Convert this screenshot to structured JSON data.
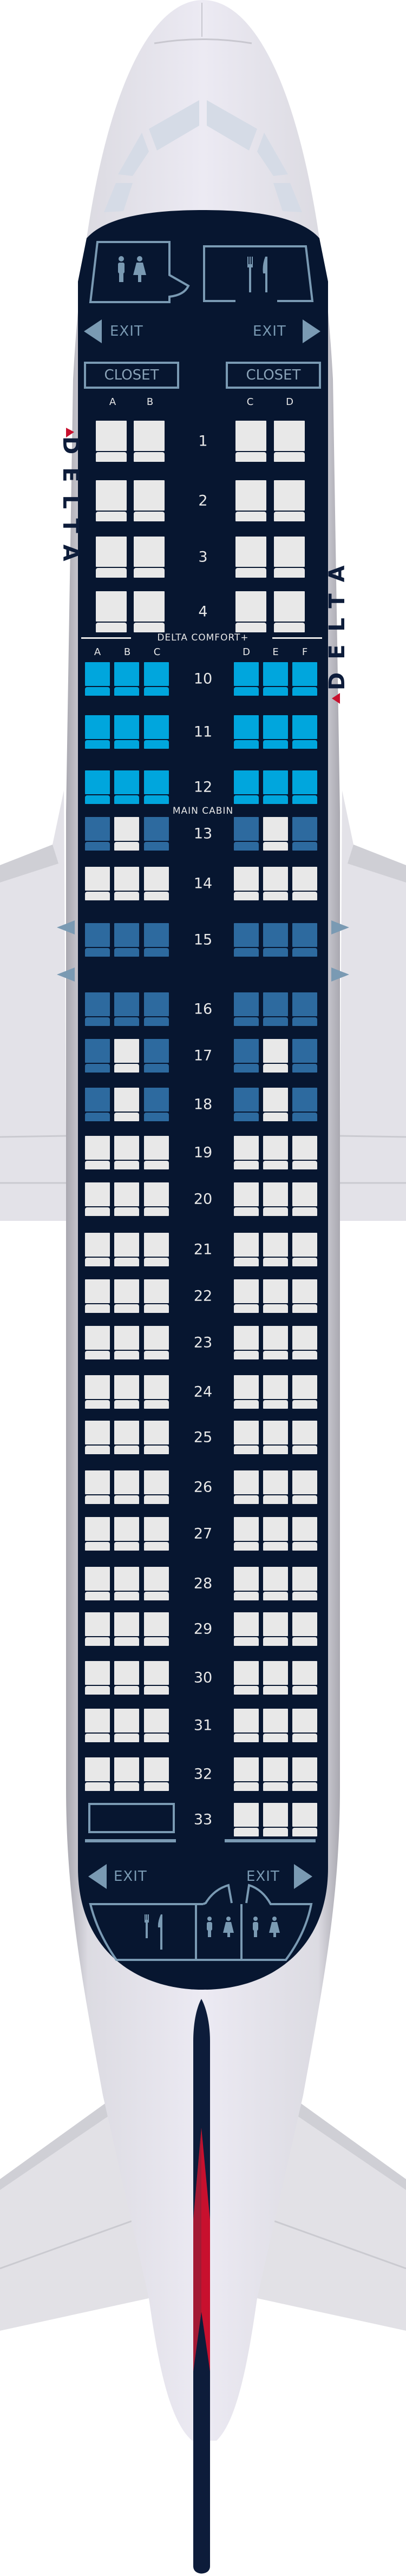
{
  "aircraft": {
    "brand": "DELTA"
  },
  "colors": {
    "cabin": "#071630",
    "outline": "#7a9ab3",
    "seat_standard": "#e8e8e8",
    "seat_comfort": "#00a6dd",
    "seat_preferred": "#2d6a9f",
    "brand_red": "#c8102e"
  },
  "labels": {
    "exit": "EXIT",
    "closet": "CLOSET",
    "comfort_cabin": "DELTA COMFORT+",
    "main_cabin": "MAIN CABIN"
  },
  "columns": {
    "first": [
      "A",
      "B",
      "C",
      "D"
    ],
    "main": [
      "A",
      "B",
      "C",
      "D",
      "E",
      "F"
    ]
  },
  "rows": [
    {
      "number": "1",
      "class": "first",
      "seats": [
        "standard",
        "standard",
        "standard",
        "standard"
      ]
    },
    {
      "number": "2",
      "class": "first",
      "seats": [
        "standard",
        "standard",
        "standard",
        "standard"
      ]
    },
    {
      "number": "3",
      "class": "first",
      "seats": [
        "standard",
        "standard",
        "standard",
        "standard"
      ]
    },
    {
      "number": "4",
      "class": "first",
      "seats": [
        "standard",
        "standard",
        "standard",
        "standard"
      ]
    },
    {
      "number": "10",
      "class": "comfort",
      "seats": [
        "comfort",
        "comfort",
        "comfort",
        "comfort",
        "comfort",
        "comfort"
      ]
    },
    {
      "number": "11",
      "class": "comfort",
      "seats": [
        "comfort",
        "comfort",
        "comfort",
        "comfort",
        "comfort",
        "comfort"
      ]
    },
    {
      "number": "12",
      "class": "comfort",
      "seats": [
        "comfort",
        "comfort",
        "comfort",
        "comfort",
        "comfort",
        "comfort"
      ]
    },
    {
      "number": "13",
      "class": "main",
      "seats": [
        "preferred",
        "standard",
        "preferred",
        "preferred",
        "standard",
        "preferred"
      ]
    },
    {
      "number": "14",
      "class": "main",
      "seats": [
        "standard",
        "standard",
        "standard",
        "standard",
        "standard",
        "standard"
      ]
    },
    {
      "number": "15",
      "class": "main",
      "seats": [
        "preferred",
        "preferred",
        "preferred",
        "preferred",
        "preferred",
        "preferred"
      ]
    },
    {
      "number": "16",
      "class": "main",
      "seats": [
        "preferred",
        "preferred",
        "preferred",
        "preferred",
        "preferred",
        "preferred"
      ]
    },
    {
      "number": "17",
      "class": "main",
      "seats": [
        "preferred",
        "standard",
        "preferred",
        "preferred",
        "standard",
        "preferred"
      ]
    },
    {
      "number": "18",
      "class": "main",
      "seats": [
        "preferred",
        "standard",
        "preferred",
        "preferred",
        "standard",
        "preferred"
      ]
    },
    {
      "number": "19",
      "class": "main",
      "seats": [
        "standard",
        "standard",
        "standard",
        "standard",
        "standard",
        "standard"
      ]
    },
    {
      "number": "20",
      "class": "main",
      "seats": [
        "standard",
        "standard",
        "standard",
        "standard",
        "standard",
        "standard"
      ]
    },
    {
      "number": "21",
      "class": "main",
      "seats": [
        "standard",
        "standard",
        "standard",
        "standard",
        "standard",
        "standard"
      ]
    },
    {
      "number": "22",
      "class": "main",
      "seats": [
        "standard",
        "standard",
        "standard",
        "standard",
        "standard",
        "standard"
      ]
    },
    {
      "number": "23",
      "class": "main",
      "seats": [
        "standard",
        "standard",
        "standard",
        "standard",
        "standard",
        "standard"
      ]
    },
    {
      "number": "24",
      "class": "main",
      "seats": [
        "standard",
        "standard",
        "standard",
        "standard",
        "standard",
        "standard"
      ]
    },
    {
      "number": "25",
      "class": "main",
      "seats": [
        "standard",
        "standard",
        "standard",
        "standard",
        "standard",
        "standard"
      ]
    },
    {
      "number": "26",
      "class": "main",
      "seats": [
        "standard",
        "standard",
        "standard",
        "standard",
        "standard",
        "standard"
      ]
    },
    {
      "number": "27",
      "class": "main",
      "seats": [
        "standard",
        "standard",
        "standard",
        "standard",
        "standard",
        "standard"
      ]
    },
    {
      "number": "28",
      "class": "main",
      "seats": [
        "standard",
        "standard",
        "standard",
        "standard",
        "standard",
        "standard"
      ]
    },
    {
      "number": "29",
      "class": "main",
      "seats": [
        "standard",
        "standard",
        "standard",
        "standard",
        "standard",
        "standard"
      ]
    },
    {
      "number": "30",
      "class": "main",
      "seats": [
        "standard",
        "standard",
        "standard",
        "standard",
        "standard",
        "standard"
      ]
    },
    {
      "number": "31",
      "class": "main",
      "seats": [
        "standard",
        "standard",
        "standard",
        "standard",
        "standard",
        "standard"
      ]
    },
    {
      "number": "32",
      "class": "main",
      "seats": [
        "standard",
        "standard",
        "standard",
        "standard",
        "standard",
        "standard"
      ]
    },
    {
      "number": "33",
      "class": "main",
      "seats": [
        "blocked",
        "blocked",
        "blocked",
        "standard",
        "standard",
        "standard"
      ]
    }
  ]
}
